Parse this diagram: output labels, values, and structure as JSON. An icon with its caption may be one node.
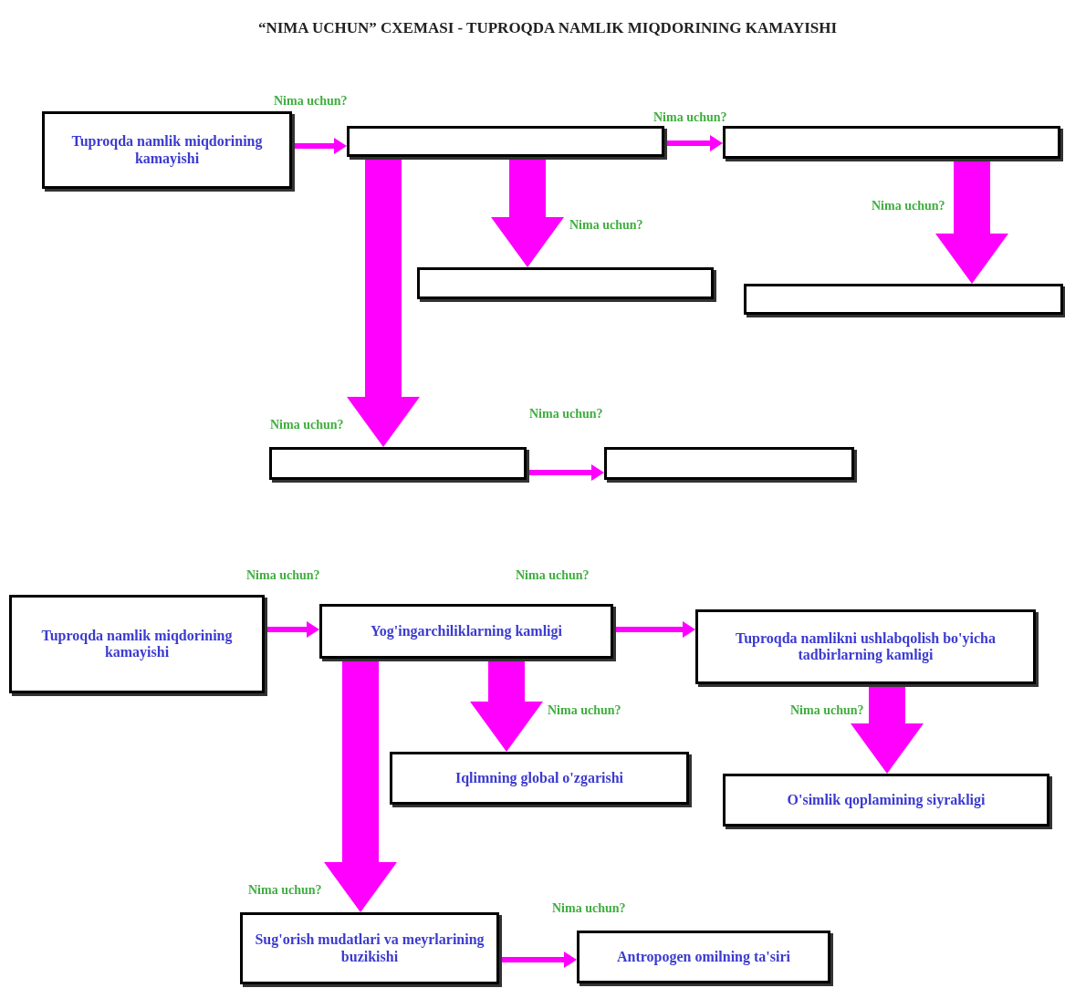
{
  "diagram": {
    "title": "“NIMA UCHUN” CXEMASI -  TUPROQDA NAMLIK MIQDORINING KAMAYISHI",
    "nodes": [
      {
        "text": [
          "Tuproqda namlik miqdorining kamayishi"
        ]
      },
      {
        "text": [],
        "shape": "box"
      },
      {
        "text": [],
        "shape": "box"
      },
      {
        "text": [],
        "shape": "box"
      },
      {
        "text": [],
        "shape": "box"
      },
      {
        "text": [],
        "shape": "box"
      },
      {
        "text": [],
        "shape": "box"
      },
      {
        "text": [
          "Tuproqda namlik miqdorining kamayishi"
        ]
      },
      {
        "text": [
          "Yog'ingarchiliklarning kamligi"
        ]
      },
      {
        "text": [
          "Tuproqda namlikni ushlabqolish bo'yicha tadbirlarning kamligi"
        ]
      },
      {
        "text": [
          "Iqlimning global o'zgarishi"
        ]
      },
      {
        "text": [
          "O'simlik qoplamining siyrakligi"
        ]
      },
      {
        "text": [
          "Sug'orish mudatlari va meyrlarining buzikishi"
        ]
      },
      {
        "text": [
          "Antropogen omilning ta'siri"
        ]
      }
    ],
    "edges": [
      {
        "from": 0,
        "to": 1,
        "arrow": "to",
        "label": "Nima uchun?"
      },
      {
        "from": 1,
        "to": 2,
        "arrow": "to",
        "label": "Nima uchun?"
      },
      {
        "from": 1,
        "to": 3,
        "arrow": "to",
        "label": "Nima uchun?",
        "style": "thick"
      },
      {
        "from": 2,
        "to": 4,
        "arrow": "to",
        "label": "Nima uchun?",
        "style": "thick"
      },
      {
        "from": 1,
        "to": 5,
        "arrow": "to",
        "label": "Nima uchun?",
        "style": "thick"
      },
      {
        "from": 5,
        "to": 6,
        "arrow": "to",
        "label": "Nima uchun?"
      },
      {
        "from": 7,
        "to": 8,
        "arrow": "to",
        "label": "Nima uchun?"
      },
      {
        "from": 8,
        "to": 9,
        "arrow": "to",
        "label": "Nima uchun?"
      },
      {
        "from": 8,
        "to": 10,
        "arrow": "to",
        "label": "Nima uchun?",
        "style": "thick"
      },
      {
        "from": 9,
        "to": 11,
        "arrow": "to",
        "label": "Nima uchun?",
        "style": "thick"
      },
      {
        "from": 8,
        "to": 12,
        "arrow": "to",
        "label": "Nima uchun?",
        "style": "thick"
      },
      {
        "from": 12,
        "to": 13,
        "arrow": "to",
        "label": "Nima uchun?"
      }
    ]
  }
}
